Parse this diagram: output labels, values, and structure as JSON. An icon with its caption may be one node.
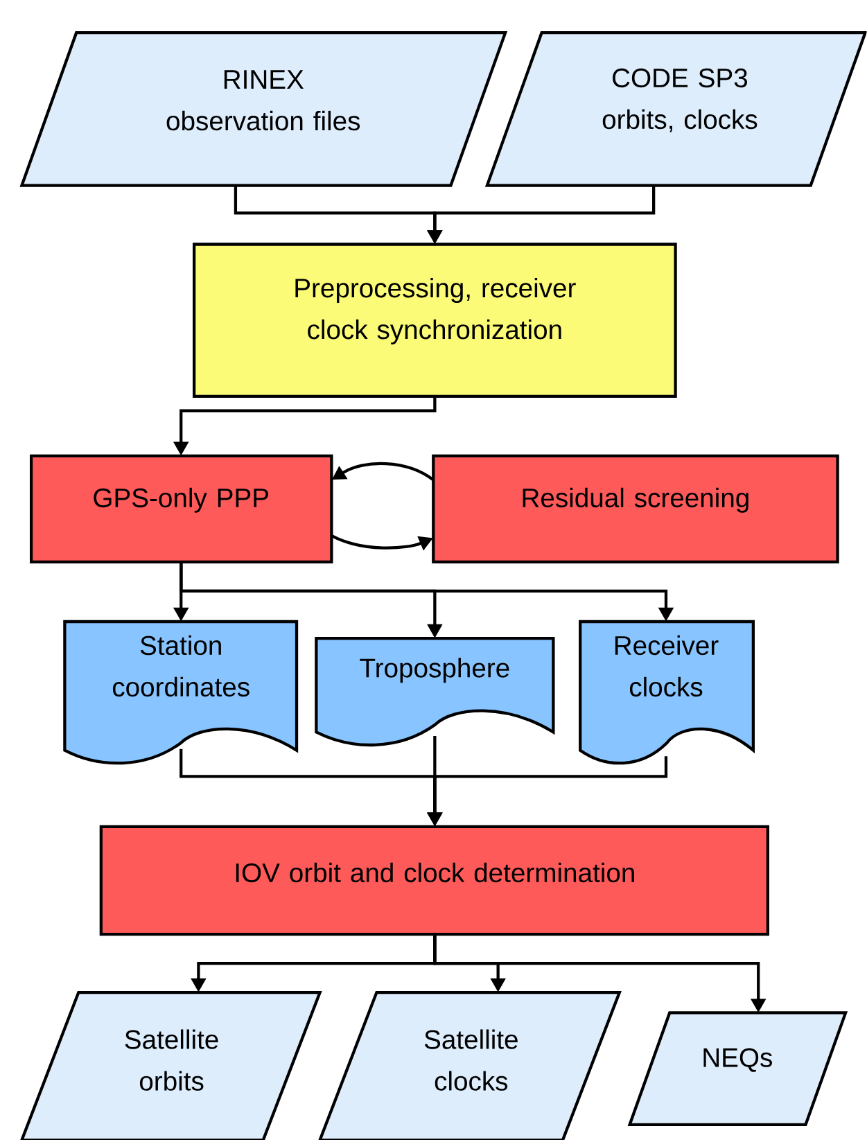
{
  "diagram": {
    "nodes": [
      {
        "text": [
          "RINEX observation files"
        ]
      },
      {
        "text": [
          "CODE SP3 orbits, clocks"
        ]
      },
      {
        "text": [
          "Preprocessing, receiver clock synchronization"
        ]
      },
      {
        "text": [
          "GPS-only PPP"
        ]
      },
      {
        "text": [
          "Residual screening"
        ]
      },
      {
        "text": [
          "Station coordinates"
        ]
      },
      {
        "text": [
          "Troposphere"
        ]
      },
      {
        "text": [
          "Receiver clocks"
        ]
      },
      {
        "text": [
          "IOV orbit and clock determination"
        ]
      },
      {
        "text": [
          "Satellite orbits"
        ]
      },
      {
        "text": [
          "Satellite clocks"
        ]
      },
      {
        "text": [
          "NEQs"
        ]
      }
    ],
    "edges": [
      {
        "from": 0,
        "to": 2,
        "arrow": "to"
      },
      {
        "from": 1,
        "to": 2,
        "arrow": "to"
      },
      {
        "from": 2,
        "to": 3,
        "arrow": "to"
      },
      {
        "from": 4,
        "to": 3,
        "arrow": "to"
      },
      {
        "from": 3,
        "to": 4,
        "arrow": "to"
      },
      {
        "from": 3,
        "to": 5,
        "arrow": "to"
      },
      {
        "from": 3,
        "to": 6,
        "arrow": "to"
      },
      {
        "from": 3,
        "to": 7,
        "arrow": "to"
      },
      {
        "from": 5,
        "to": 8,
        "arrow": "to"
      },
      {
        "from": 6,
        "to": 8,
        "arrow": "to"
      },
      {
        "from": 7,
        "to": 8,
        "arrow": "to"
      },
      {
        "from": 8,
        "to": 9,
        "arrow": "to"
      },
      {
        "from": 8,
        "to": 10,
        "arrow": "to"
      },
      {
        "from": 8,
        "to": 11,
        "arrow": "to"
      }
    ]
  }
}
